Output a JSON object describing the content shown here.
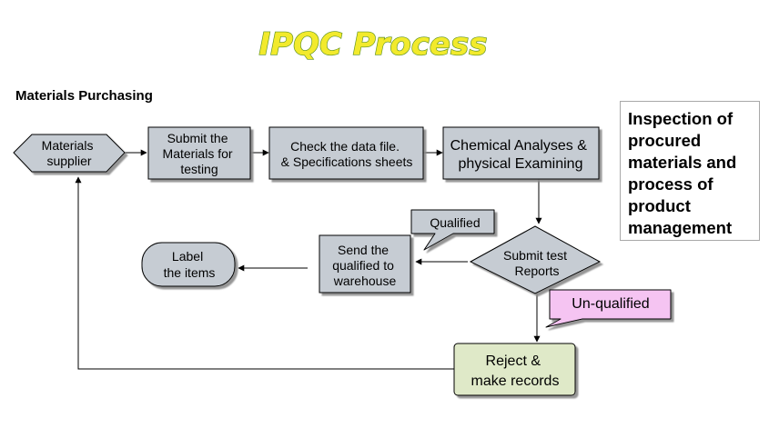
{
  "title": "IPQC Process",
  "section_label": "Materials Purchasing",
  "note": [
    "Inspection of",
    "procured",
    "materials and",
    "process of",
    "product",
    "management"
  ],
  "nodes": {
    "materials_supplier": [
      "Materials",
      "supplier"
    ],
    "submit_materials": [
      "Submit the",
      "Materials for",
      "testing"
    ],
    "check_data": [
      "Check the  data file.",
      "& Specifications sheets"
    ],
    "chemical_analyses": [
      "Chemical Analyses &",
      "physical Examining"
    ],
    "submit_reports": [
      "Submit test",
      "Reports"
    ],
    "send_warehouse": [
      "Send the",
      "qualified to",
      "warehouse"
    ],
    "label_items": [
      "Label",
      "the items"
    ],
    "reject_records": [
      "Reject &",
      "make records"
    ]
  },
  "callouts": {
    "qualified": "Qualified",
    "unqualified": "Un-qualified"
  },
  "colors": {
    "box_fill": "#c6ccd3",
    "title_fill": "#f2ea2c",
    "title_outline": "#5a8f1f",
    "reject_fill": "#dfe9c8",
    "unqualified_fill": "#f5c4f2"
  }
}
